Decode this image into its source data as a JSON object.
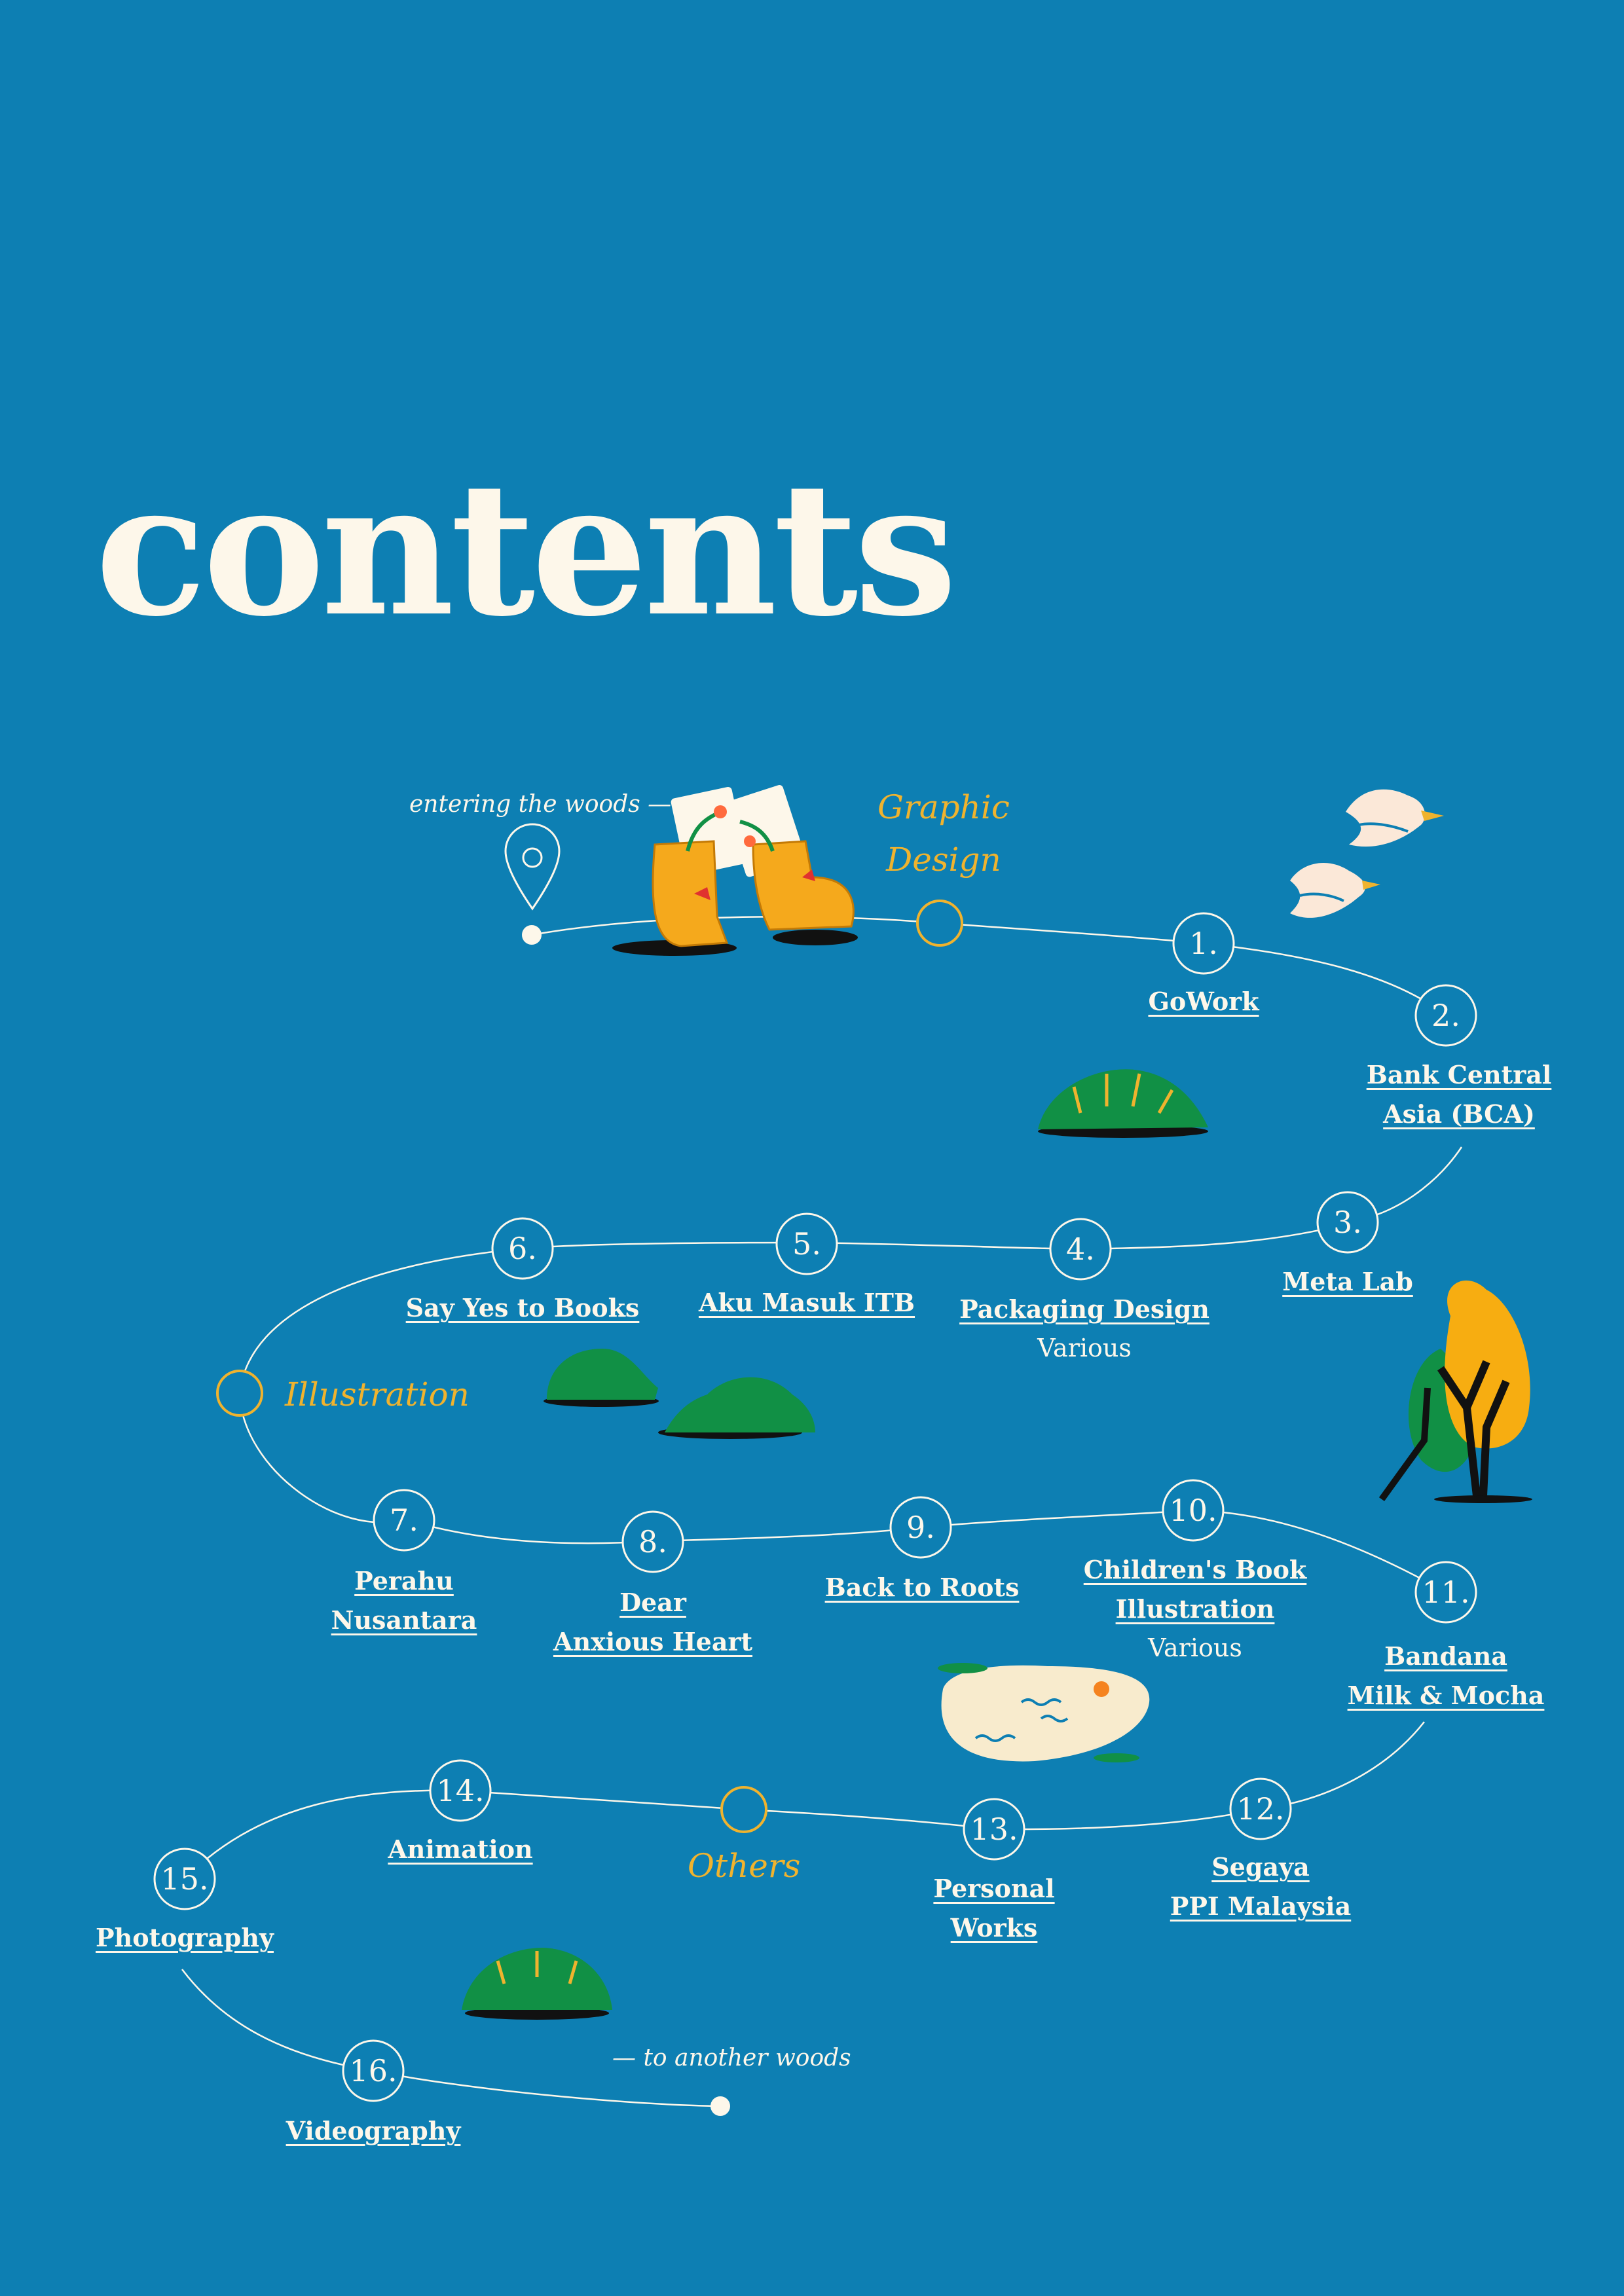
{
  "title": "contents",
  "start_note": "entering the woods —",
  "end_note": "— to another woods",
  "sections": {
    "graphic_design": [
      "Graphic",
      "Design"
    ],
    "illustration": "Illustration",
    "others": "Others"
  },
  "entries": [
    {
      "num": "1.",
      "lines": [
        "GoWork"
      ]
    },
    {
      "num": "2.",
      "lines": [
        "Bank Central",
        "Asia (BCA)"
      ]
    },
    {
      "num": "3.",
      "lines": [
        "Meta Lab"
      ]
    },
    {
      "num": "4.",
      "lines": [
        "Packaging Design"
      ],
      "sub": "Various"
    },
    {
      "num": "5.",
      "lines": [
        "Aku Masuk ITB"
      ]
    },
    {
      "num": "6.",
      "lines": [
        "Say Yes to Books"
      ]
    },
    {
      "num": "7.",
      "lines": [
        "Perahu",
        "Nusantara"
      ]
    },
    {
      "num": "8.",
      "lines": [
        "Dear",
        "Anxious Heart"
      ]
    },
    {
      "num": "9.",
      "lines": [
        "Back to Roots"
      ]
    },
    {
      "num": "10.",
      "lines": [
        "Children's Book",
        "Illustration"
      ],
      "sub": "Various"
    },
    {
      "num": "11.",
      "lines": [
        "Bandana",
        "Milk & Mocha"
      ]
    },
    {
      "num": "12.",
      "lines": [
        "Segaya",
        "PPI Malaysia"
      ]
    },
    {
      "num": "13.",
      "lines": [
        "Personal",
        "Works"
      ]
    },
    {
      "num": "14.",
      "lines": [
        "Animation"
      ]
    },
    {
      "num": "15.",
      "lines": [
        "Photography"
      ]
    },
    {
      "num": "16.",
      "lines": [
        "Videography"
      ]
    }
  ],
  "colors": {
    "background": "#0d7fb3",
    "text": "#fdf7ea",
    "section": "#f0b32e",
    "bush": "#119045",
    "boots": "#f5a91c",
    "tree": "#f7ad11"
  },
  "decorations": [
    "location-pin-icon",
    "boots-illustration",
    "birds-illustration",
    "bush-illustration",
    "tree-illustration",
    "pond-illustration"
  ]
}
